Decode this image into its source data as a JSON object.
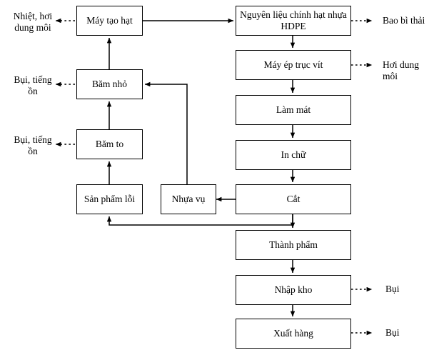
{
  "diagram": {
    "title": "Quy trinh san xuat hat nhua HDPE",
    "type": "process-flowchart",
    "stroke_color": "#000000",
    "background_color": "#ffffff",
    "nodes": [
      {
        "id": "may-tao-hat",
        "label": "Máy tạo hạt"
      },
      {
        "id": "bam-nho",
        "label": "Băm nhỏ"
      },
      {
        "id": "bam-to",
        "label": "Băm to"
      },
      {
        "id": "san-pham-loi",
        "label": "Sản phẩm lỗi"
      },
      {
        "id": "nhua-vu",
        "label": "Nhựa vụ"
      },
      {
        "id": "nguyen-lieu",
        "label": "Nguyên liệu chính hạt nhựa HDPE"
      },
      {
        "id": "may-ep-truc-vit",
        "label": "Máy ép trục vít"
      },
      {
        "id": "lam-mat",
        "label": "Làm mát"
      },
      {
        "id": "in-chu",
        "label": "In chữ"
      },
      {
        "id": "cat",
        "label": "Cắt"
      },
      {
        "id": "thanh-pham",
        "label": "Thành phẩm"
      },
      {
        "id": "nhap-kho",
        "label": "Nhập kho"
      },
      {
        "id": "xuat-hang",
        "label": "Xuất hàng"
      }
    ],
    "emission_labels": [
      {
        "id": "nhiet-hoi-dung-moi",
        "label": "Nhiệt, hơi\ndung môi",
        "from": "may-tao-hat",
        "side": "left"
      },
      {
        "id": "bui-tieng-on-1",
        "label": "Bụi, tiếng\nồn",
        "from": "bam-nho",
        "side": "left"
      },
      {
        "id": "bui-tieng-on-2",
        "label": "Bụi, tiếng\nồn",
        "from": "bam-to",
        "side": "left"
      },
      {
        "id": "bao-bi-thai",
        "label": "Bao bì thải",
        "from": "nguyen-lieu",
        "side": "right"
      },
      {
        "id": "hoi-dung-moi",
        "label": "Hơi dung môi",
        "from": "may-ep-truc-vit",
        "side": "right"
      },
      {
        "id": "bui-nhap-kho",
        "label": "Bụi",
        "from": "nhap-kho",
        "side": "right"
      },
      {
        "id": "bui-xuat-hang",
        "label": "Bụi",
        "from": "xuat-hang",
        "side": "right"
      }
    ],
    "flows": [
      {
        "from": "may-tao-hat",
        "to": "nguyen-lieu",
        "style": "solid"
      },
      {
        "from": "nguyen-lieu",
        "to": "may-ep-truc-vit",
        "style": "solid"
      },
      {
        "from": "may-ep-truc-vit",
        "to": "lam-mat",
        "style": "solid"
      },
      {
        "from": "lam-mat",
        "to": "in-chu",
        "style": "solid"
      },
      {
        "from": "in-chu",
        "to": "cat",
        "style": "solid"
      },
      {
        "from": "cat",
        "to": "thanh-pham",
        "style": "solid"
      },
      {
        "from": "cat",
        "to": "nhua-vu",
        "style": "solid"
      },
      {
        "from": "thanh-pham",
        "to": "nhap-kho",
        "style": "solid"
      },
      {
        "from": "nhap-kho",
        "to": "xuat-hang",
        "style": "solid"
      },
      {
        "from": "nhua-vu",
        "to": "bam-nho",
        "style": "solid"
      },
      {
        "from": "san-pham-loi",
        "to": "bam-to",
        "style": "solid"
      },
      {
        "from": "bam-to",
        "to": "bam-nho",
        "style": "solid"
      },
      {
        "from": "bam-nho",
        "to": "may-tao-hat",
        "style": "solid"
      },
      {
        "from": "cat",
        "to": "san-pham-loi",
        "style": "solid"
      }
    ]
  }
}
